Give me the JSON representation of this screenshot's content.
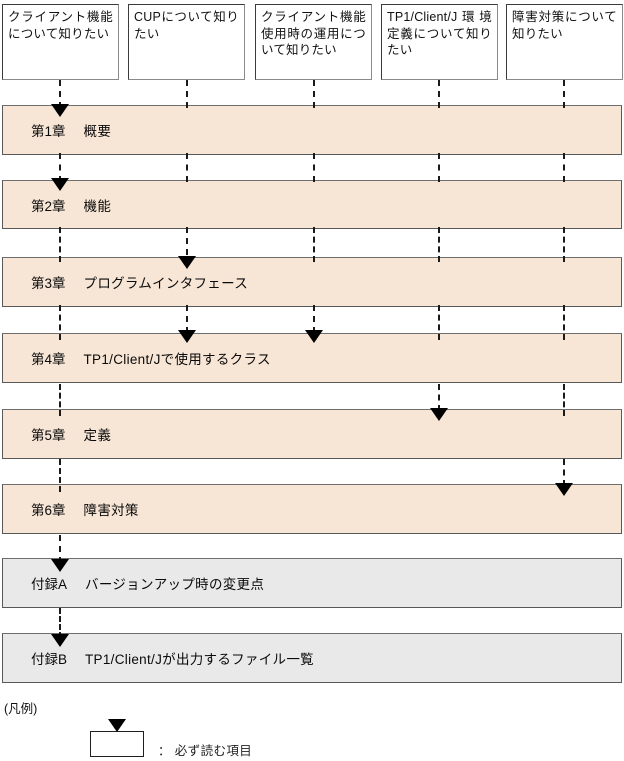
{
  "diagram": {
    "legend_header": "(凡例)",
    "legend_entry": "： 必ず読む項目",
    "questions": [
      {
        "text": "クライアント機能について知りたい"
      },
      {
        "text": "CUPについて知りたい"
      },
      {
        "text": "クライアント機能使用時の運用について知りたい"
      },
      {
        "text": "TP1/Client/J環境定義について知りたい"
      },
      {
        "text": "障害対策について知りたい"
      }
    ],
    "sections": [
      {
        "num": "第1章",
        "title": "概要",
        "kind": "chapter"
      },
      {
        "num": "第2章",
        "title": "機能",
        "kind": "chapter"
      },
      {
        "num": "第3章",
        "title": "プログラムインタフェース",
        "kind": "chapter"
      },
      {
        "num": "第4章",
        "title": "TP1/Client/Jで使用するクラス",
        "kind": "chapter"
      },
      {
        "num": "第5章",
        "title": "定義",
        "kind": "chapter"
      },
      {
        "num": "第6章",
        "title": "障害対策",
        "kind": "chapter"
      },
      {
        "num": "付録A",
        "title": "バージョンアップ時の変更点",
        "kind": "appendix"
      },
      {
        "num": "付録B",
        "title": "TP1/Client/Jが出力するファイル一覧",
        "kind": "appendix"
      }
    ],
    "colors": {
      "chapter_fill": "#f7e6d6",
      "appendix_fill": "#e9e9e9",
      "border": "#595959",
      "connector": "#1a1a1a",
      "background": "#ffffff"
    }
  }
}
